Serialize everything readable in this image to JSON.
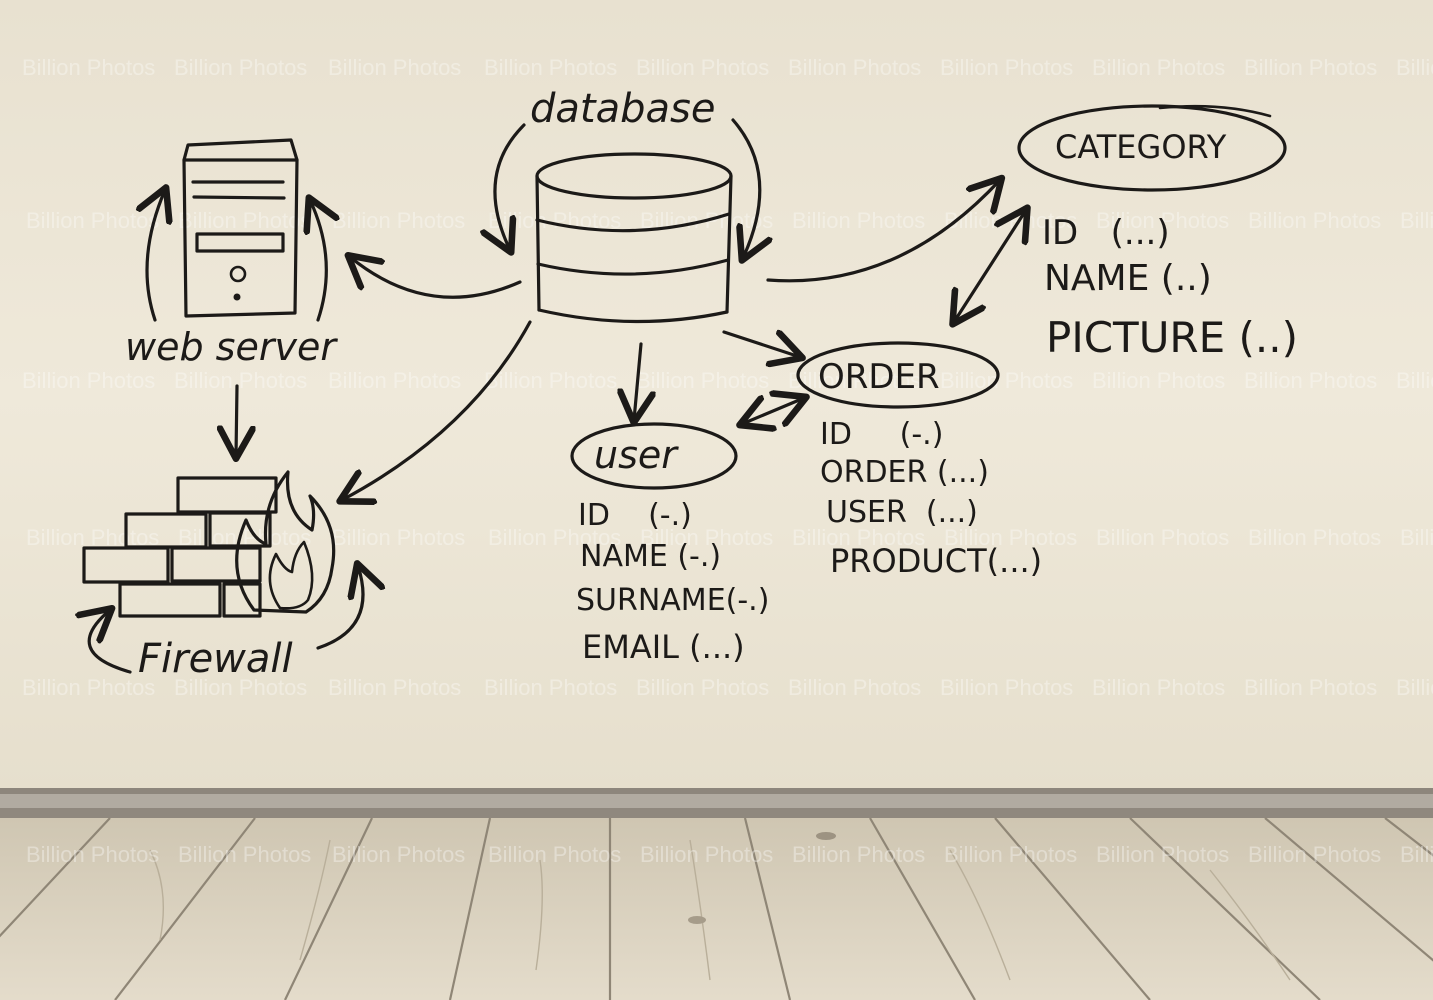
{
  "diagram": {
    "database": {
      "label": "database"
    },
    "web_server": {
      "label": "web server"
    },
    "firewall": {
      "label": "Firewall"
    },
    "user_entity": {
      "title": "user",
      "fields": [
        "ID    (-.)",
        "NAME (-.)",
        "SURNAME(-.)",
        "EMAIL (...)"
      ]
    },
    "order_entity": {
      "title": "ORDER",
      "fields": [
        "ID     (-.)",
        "ORDER (...)",
        "USER  (...)",
        "PRODUCT(...)"
      ]
    },
    "category_entity": {
      "title": "CATEGORY",
      "fields": [
        "ID   (...)",
        "NAME (..)",
        "PICTURE (..)"
      ]
    }
  },
  "watermark": {
    "brand": "Billion",
    "sub": "Photos"
  },
  "colors": {
    "wall": "#ece6d6",
    "ink": "#1c1a18",
    "baseboard": "#a7a096",
    "floor": "#d9d0bd"
  }
}
